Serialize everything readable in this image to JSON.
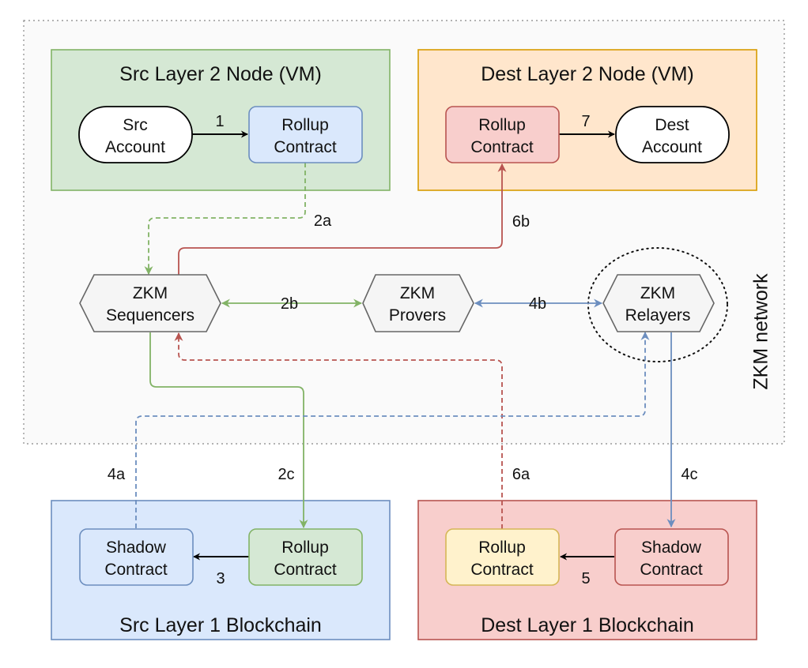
{
  "network_label": "ZKM network",
  "groups": {
    "src_l2": {
      "title": "Src Layer 2 Node (VM)",
      "fill": "#d5e8d4",
      "stroke": "#82b366"
    },
    "dest_l2": {
      "title": "Dest Layer 2 Node (VM)",
      "fill": "#ffe6cc",
      "stroke": "#d79b00"
    },
    "src_l1": {
      "title": "Src Layer 1 Blockchain",
      "fill": "#dae8fc",
      "stroke": "#6c8ebf"
    },
    "dest_l1": {
      "title": "Dest Layer 1 Blockchain",
      "fill": "#f8cecc",
      "stroke": "#b85450"
    }
  },
  "nodes": {
    "src_account": {
      "line1": "Src",
      "line2": "Account"
    },
    "src_rollup": {
      "line1": "Rollup",
      "line2": "Contract"
    },
    "dest_rollup_l2": {
      "line1": "Rollup",
      "line2": "Contract"
    },
    "dest_account": {
      "line1": "Dest",
      "line2": "Account"
    },
    "sequencers": {
      "line1": "ZKM",
      "line2": "Sequencers"
    },
    "provers": {
      "line1": "ZKM",
      "line2": "Provers"
    },
    "relayers": {
      "line1": "ZKM",
      "line2": "Relayers"
    },
    "src_shadow": {
      "line1": "Shadow",
      "line2": "Contract"
    },
    "src_rollup_l1": {
      "line1": "Rollup",
      "line2": "Contract"
    },
    "dest_rollup_l1": {
      "line1": "Rollup",
      "line2": "Contract"
    },
    "dest_shadow": {
      "line1": "Shadow",
      "line2": "Contract"
    }
  },
  "steps": {
    "s1": "1",
    "s2a": "2a",
    "s2b": "2b",
    "s2c": "2c",
    "s3": "3",
    "s4a": "4a",
    "s4b": "4b",
    "s4c": "4c",
    "s5": "5",
    "s6a": "6a",
    "s6b": "6b",
    "s7": "7"
  },
  "colors": {
    "black": "#000000",
    "green": "#82b366",
    "red": "#b85450",
    "blue": "#6c8ebf",
    "grey": "#666666"
  }
}
